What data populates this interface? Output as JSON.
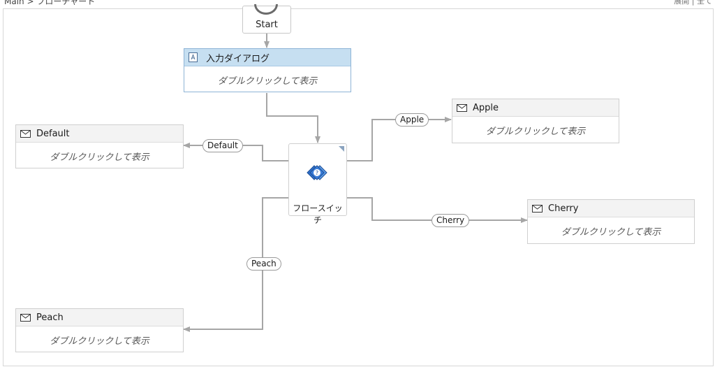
{
  "header": {
    "breadcrumb": "Main > フローチャート",
    "right_text": "展開 | 全て"
  },
  "start": {
    "label": "Start"
  },
  "input_dialog": {
    "title": "入力ダイアログ",
    "hint": "ダブルクリックして表示"
  },
  "flow_switch": {
    "label": "フロースイッチ"
  },
  "activities": {
    "default": {
      "title": "Default",
      "hint": "ダブルクリックして表示"
    },
    "apple": {
      "title": "Apple",
      "hint": "ダブルクリックして表示"
    },
    "cherry": {
      "title": "Cherry",
      "hint": "ダブルクリックして表示"
    },
    "peach": {
      "title": "Peach",
      "hint": "ダブルクリックして表示"
    }
  },
  "cases": {
    "default": "Default",
    "apple": "Apple",
    "cherry": "Cherry",
    "peach": "Peach"
  },
  "colors": {
    "connector": "#a6a6a6",
    "selected_header": "#c6dff1",
    "activity_header": "#f3f3f3",
    "switch_icon": "#3b7dd8"
  },
  "icons": {
    "message_box": "envelope-icon",
    "input_dialog": "dialog-icon",
    "flow_switch": "flow-switch-icon"
  }
}
